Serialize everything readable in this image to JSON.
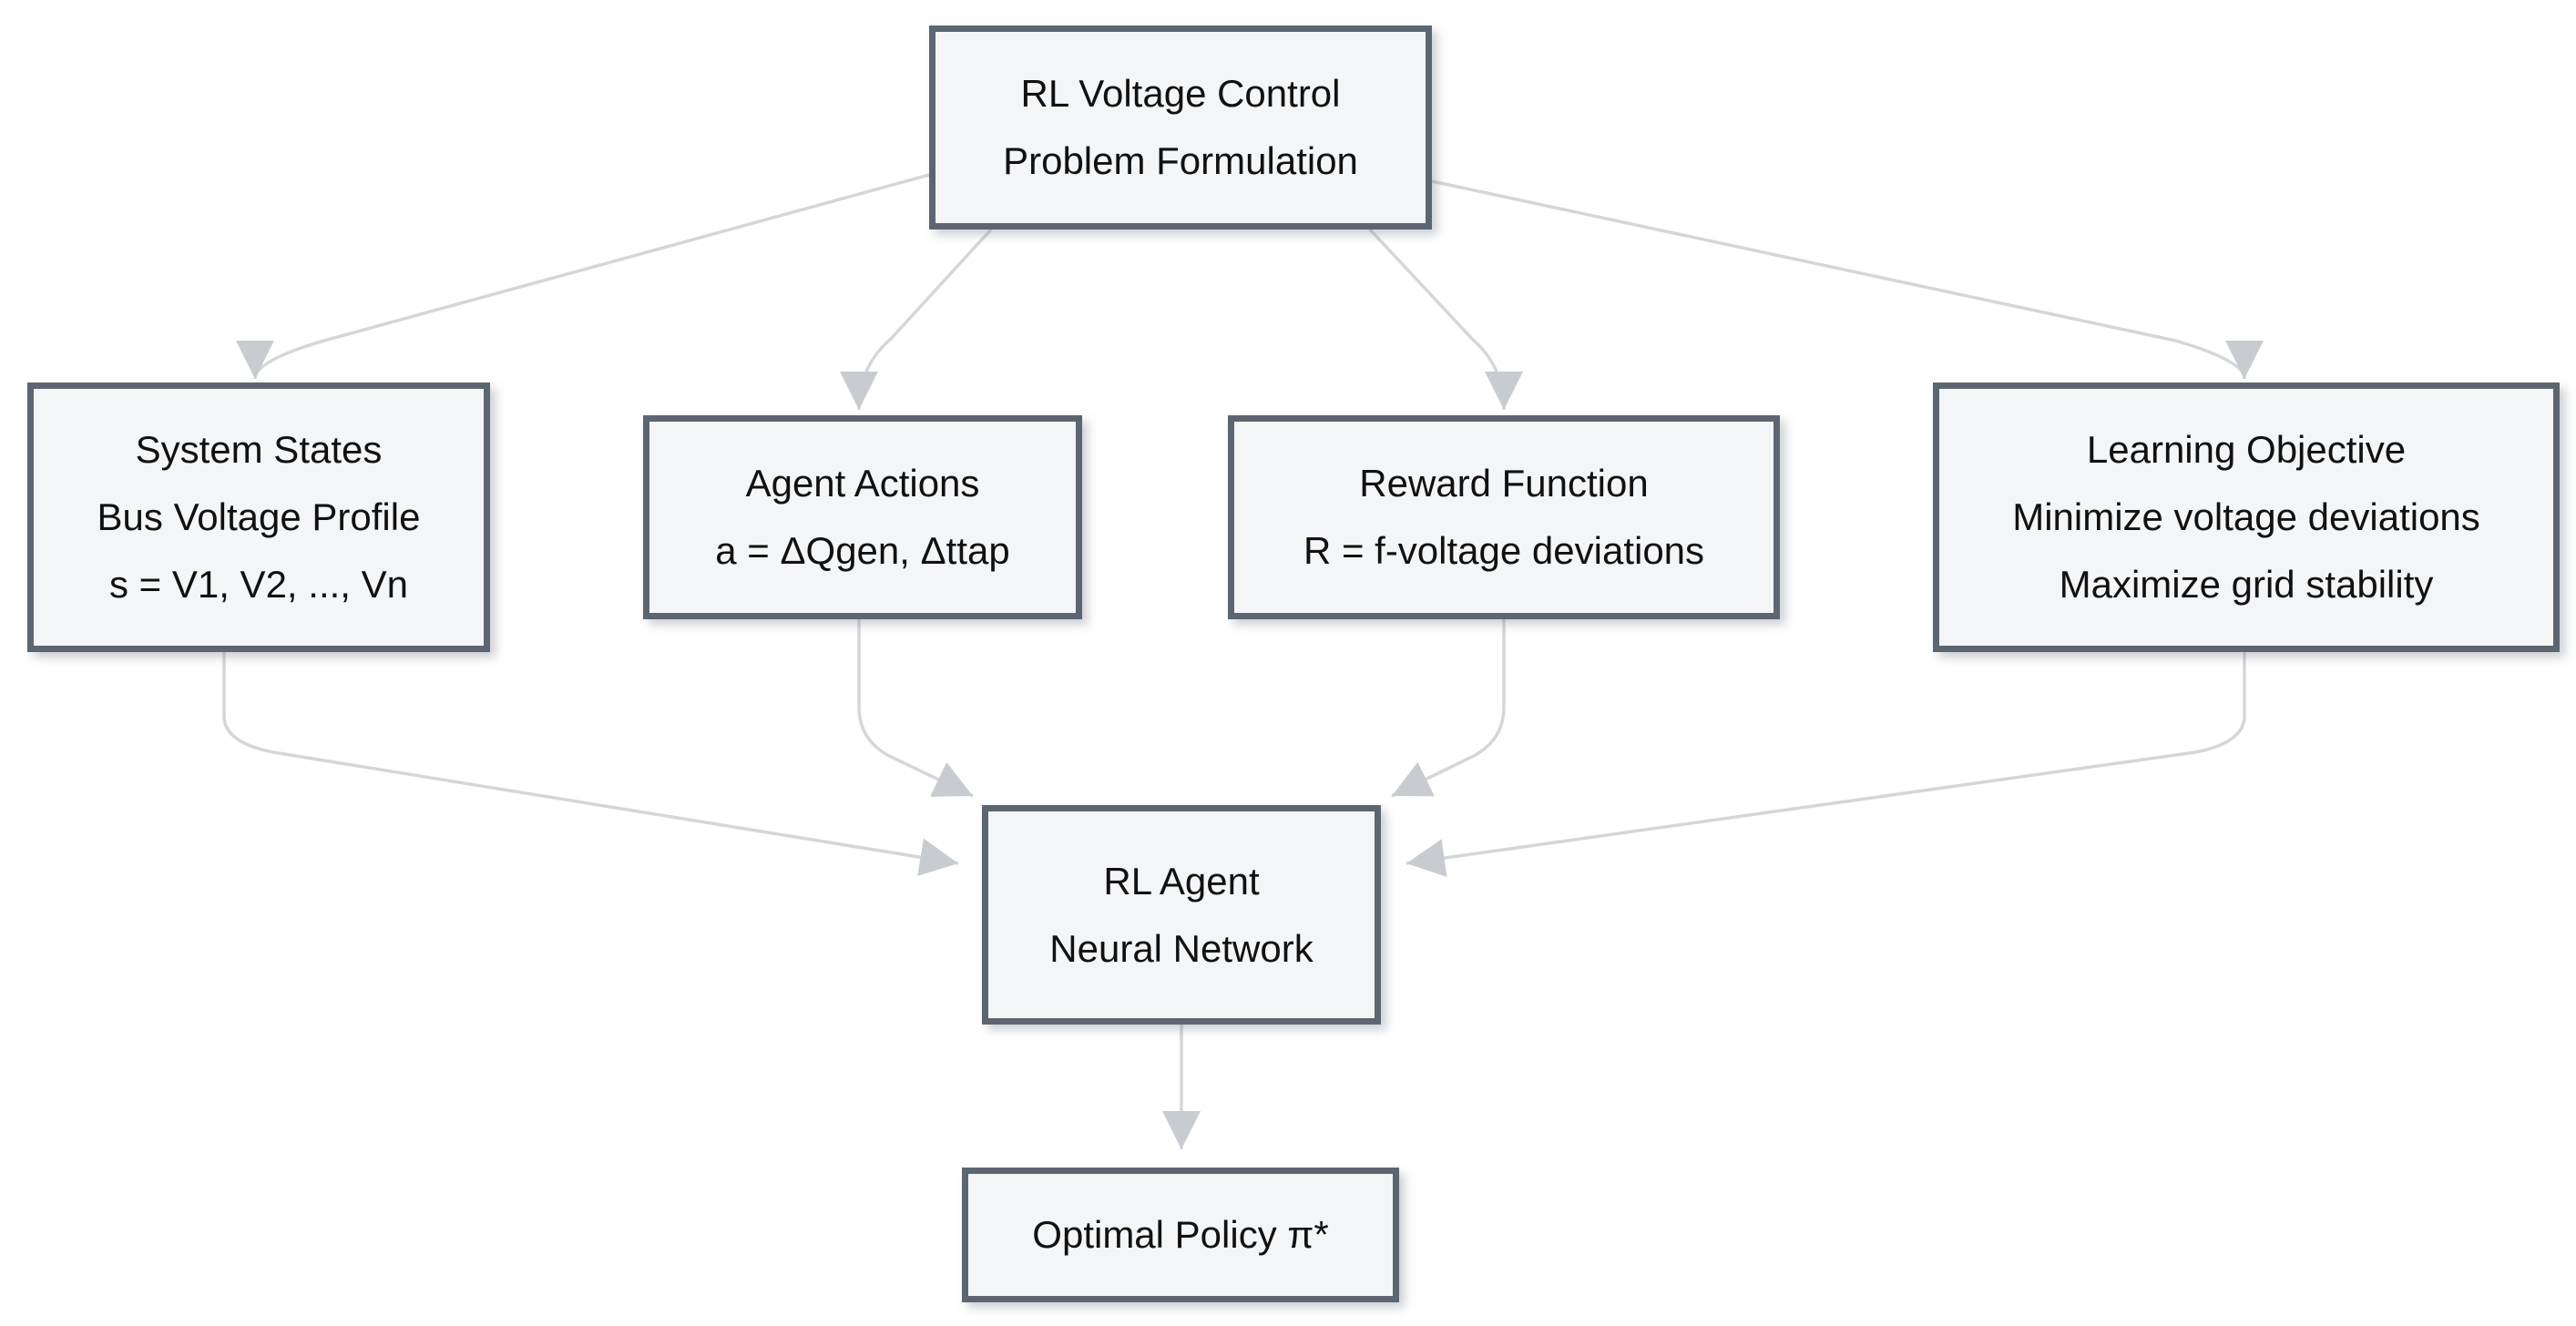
{
  "diagram": {
    "nodes": {
      "problem": {
        "lines": [
          "RL Voltage Control",
          "Problem Formulation"
        ]
      },
      "states": {
        "lines": [
          "System States",
          "Bus Voltage Profile",
          "s = V1, V2, ..., Vn"
        ]
      },
      "actions": {
        "lines": [
          "Agent Actions",
          "a = ΔQgen, Δttap"
        ]
      },
      "reward": {
        "lines": [
          "Reward Function",
          "R = f-voltage deviations"
        ]
      },
      "objective": {
        "lines": [
          "Learning Objective",
          "Minimize voltage deviations",
          "Maximize grid stability"
        ]
      },
      "agent": {
        "lines": [
          "RL Agent",
          "Neural Network"
        ]
      },
      "policy": {
        "lines": [
          "Optimal Policy π*"
        ]
      }
    },
    "edges": [
      {
        "from": "problem",
        "to": "states"
      },
      {
        "from": "problem",
        "to": "actions"
      },
      {
        "from": "problem",
        "to": "reward"
      },
      {
        "from": "problem",
        "to": "objective"
      },
      {
        "from": "states",
        "to": "agent"
      },
      {
        "from": "actions",
        "to": "agent"
      },
      {
        "from": "reward",
        "to": "agent"
      },
      {
        "from": "objective",
        "to": "agent"
      },
      {
        "from": "agent",
        "to": "policy"
      }
    ],
    "colors": {
      "background": "#ffffff",
      "box_fill": "#f4f5f7",
      "box_border": "#5b6670",
      "edge": "#d4d6d9",
      "arrow": "#c8ccd0",
      "text": "#111111"
    }
  }
}
